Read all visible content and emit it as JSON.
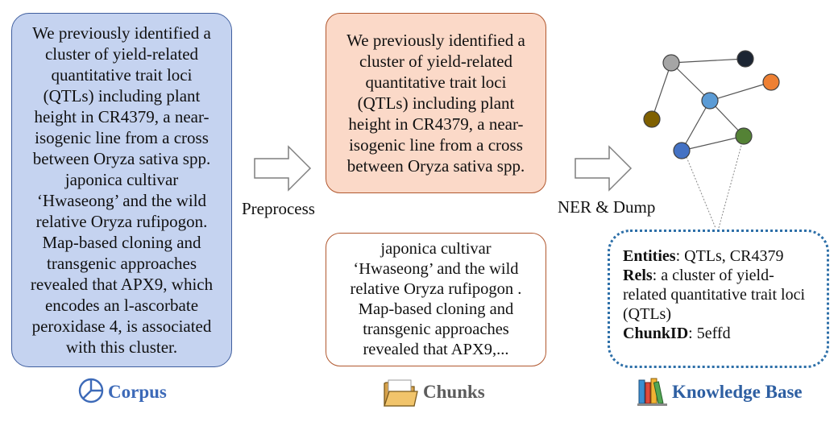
{
  "corpus": {
    "text": "We previously identified a\ncluster of yield-related\nquantitative trait loci\n(QTLs) including plant\nheight in CR4379, a near-\nisogenic line from a cross\nbetween Oryza sativa spp.\njaponica cultivar\n‘Hwaseong’ and the wild\nrelative Oryza rufipogon.\nMap-based cloning and\ntransgenic approaches\nrevealed that APX9, which\nencodes an l-ascorbate\nperoxidase 4, is associated\nwith this cluster.",
    "label": "Corpus",
    "icon": "pie-chart-icon",
    "color": "#3d6ab8"
  },
  "arrows": {
    "preprocess_label": "Preprocess",
    "ner_label": "NER & Dump"
  },
  "chunks": {
    "chunk1": "We previously identified a\ncluster of yield-related\nquantitative trait loci\n(QTLs) including plant\nheight in CR4379, a near-\nisogenic line from a cross\nbetween Oryza sativa spp.",
    "chunk2": "japonica cultivar\n‘Hwaseong’ and the wild\nrelative Oryza rufipogon .\nMap-based cloning and\ntransgenic approaches\nrevealed that APX9,...",
    "label": "Chunks",
    "icon": "folder-icon"
  },
  "knowledge_base": {
    "entities_key": "Entities",
    "entities_value": ": QTLs, CR4379",
    "rels_key": "Rels",
    "rels_value": ": a cluster of yield-related quantitative trait loci (QTLs)",
    "chunkid_key": "ChunkID",
    "chunkid_value": ": 5effd",
    "label": "Knowledge Base",
    "icon": "books-icon",
    "color": "#2e5fa2"
  },
  "graph": {
    "icon": "knowledge-graph-icon",
    "node_colors": [
      "#a5a5a5",
      "#1c2533",
      "#ee8033",
      "#5b9bd5",
      "#7f6000",
      "#548235",
      "#4472c4"
    ]
  }
}
